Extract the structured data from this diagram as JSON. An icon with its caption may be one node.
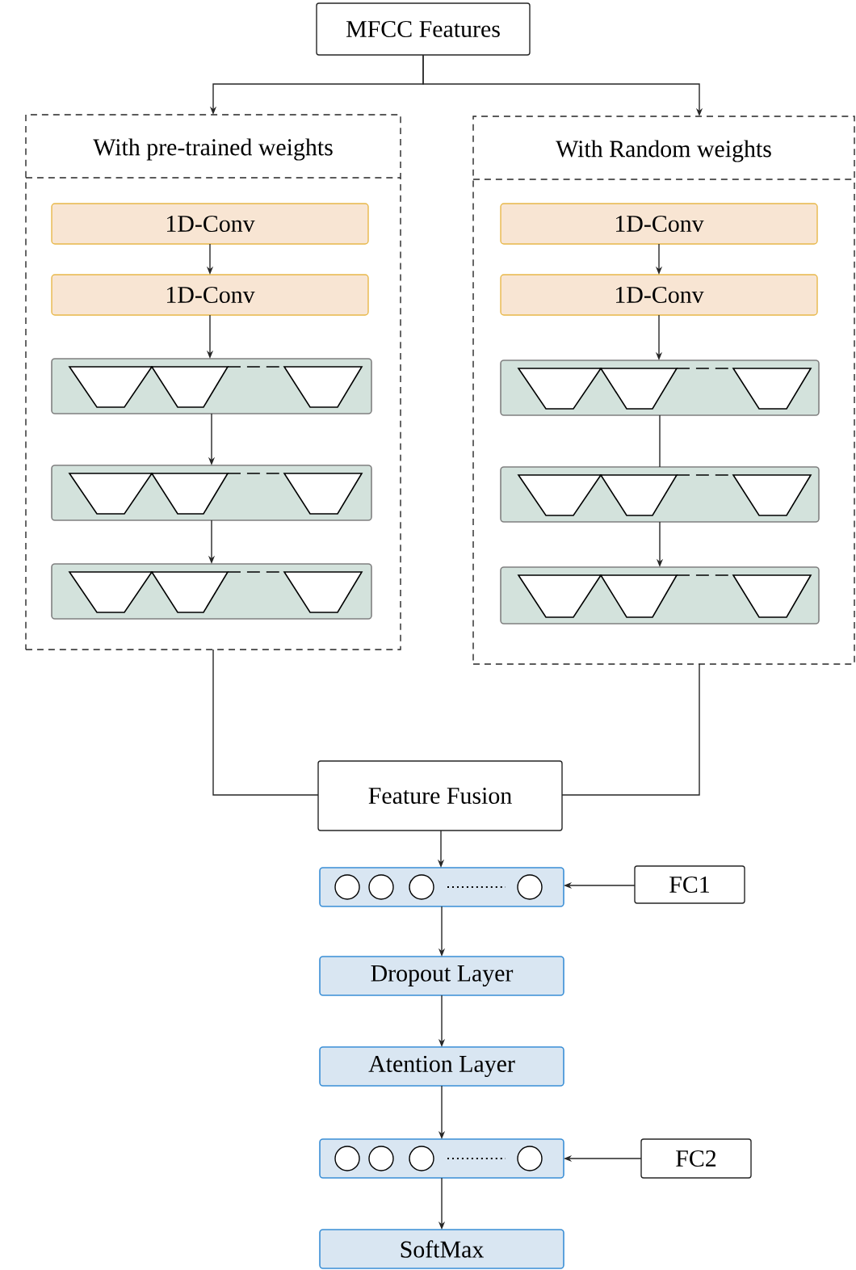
{
  "diagram": {
    "nodes": [
      {
        "text": [
          "MFCC Features"
        ]
      },
      {
        "text": [
          "With pre-trained weights"
        ]
      },
      {
        "text": [
          "1D-Conv"
        ],
        "in": 1
      },
      {
        "text": [
          "1D-Conv"
        ],
        "in": 1
      },
      {
        "text": [],
        "shape": "box",
        "in": 1
      },
      {
        "text": [],
        "shape": "box",
        "in": 1
      },
      {
        "text": [],
        "shape": "box",
        "in": 1
      },
      {
        "text": [
          "With Random weights"
        ]
      },
      {
        "text": [
          "1D-Conv"
        ],
        "in": 7
      },
      {
        "text": [
          "1D-Conv"
        ],
        "in": 7
      },
      {
        "text": [],
        "shape": "box",
        "in": 7
      },
      {
        "text": [],
        "shape": "box",
        "in": 7
      },
      {
        "text": [],
        "shape": "box",
        "in": 7
      },
      {
        "text": [
          "Feature Fusion"
        ]
      },
      {
        "text": [],
        "shape": "box"
      },
      {
        "text": [
          "FC1"
        ]
      },
      {
        "text": [
          "Dropout Layer"
        ]
      },
      {
        "text": [
          "Atention Layer"
        ]
      },
      {
        "text": [],
        "shape": "box"
      },
      {
        "text": [
          "FC2"
        ]
      },
      {
        "text": [
          "SoftMax"
        ]
      }
    ],
    "edges": [
      {
        "from": 0,
        "to": 1,
        "arrow": "to"
      },
      {
        "from": 0,
        "to": 7,
        "arrow": "to"
      },
      {
        "from": 2,
        "to": 3,
        "arrow": "to"
      },
      {
        "from": 3,
        "to": 4,
        "arrow": "to"
      },
      {
        "from": 4,
        "to": 5,
        "arrow": "to"
      },
      {
        "from": 5,
        "to": 6,
        "arrow": "to"
      },
      {
        "from": 8,
        "to": 9,
        "arrow": "to"
      },
      {
        "from": 9,
        "to": 10,
        "arrow": "to"
      },
      {
        "from": 10,
        "to": 11,
        "arrow": "none"
      },
      {
        "from": 11,
        "to": 12,
        "arrow": "to"
      },
      {
        "from": 1,
        "to": 13,
        "arrow": "none"
      },
      {
        "from": 7,
        "to": 13,
        "arrow": "none"
      },
      {
        "from": 13,
        "to": 14,
        "arrow": "to"
      },
      {
        "from": 15,
        "to": 14,
        "arrow": "to"
      },
      {
        "from": 14,
        "to": 16,
        "arrow": "to"
      },
      {
        "from": 16,
        "to": 17,
        "arrow": "to"
      },
      {
        "from": 17,
        "to": 18,
        "arrow": "to"
      },
      {
        "from": 19,
        "to": 18,
        "arrow": "to"
      },
      {
        "from": 18,
        "to": 20,
        "arrow": "to"
      }
    ]
  }
}
